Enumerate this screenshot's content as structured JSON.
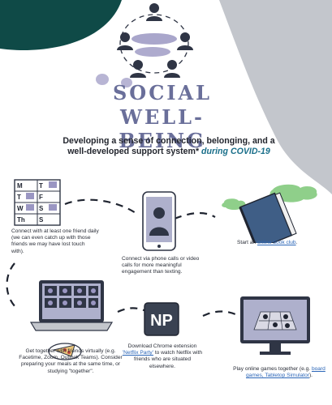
{
  "header": {
    "title_line1": "SOCIAL",
    "title_line2": "WELL-BEING",
    "subtitle_line1": "Developing a sense of connection, belonging, and a",
    "subtitle_line2_main": "well-developed support system*",
    "subtitle_line2_accent": "during COVID-19"
  },
  "calendar": {
    "letters": [
      "M",
      "T",
      "W",
      "Th",
      "T",
      "F",
      "S",
      "S"
    ]
  },
  "items": {
    "connect_friend": "Connect with at least one friend daily (we can even catch up with those friends we may have lost touch with).",
    "phone_calls": "Connect via phone calls or video calls for more meaningful engagement than texting.",
    "book_club_pre": "Start an",
    "book_club_link": "online book club",
    "book_club_post": ".",
    "get_together": "Get together with friends virtually (e.g. Facetime, Zoom, Outlook Teams). Consider preparing your meals at the same time, or studying \"together\".",
    "netflix_pre": "Download Chrome extension",
    "netflix_link": "'Netflix Party'",
    "netflix_post": "to watch Netflix with friends who are situated elsewhere.",
    "games_pre": "Play online games together (e.g.",
    "games_link": "board games, Tabletop Simulator",
    "games_post": ")."
  },
  "icons": {
    "np_label": "NP"
  },
  "colors": {
    "teal_corner": "#0f4a47",
    "gray_shape": "#c3c6cc",
    "title": "#6a6f9a",
    "lavender": "#9a96c2",
    "book_blue": "#3f5e86",
    "green_bubble": "#8fcf8a",
    "link": "#2b66b8"
  }
}
